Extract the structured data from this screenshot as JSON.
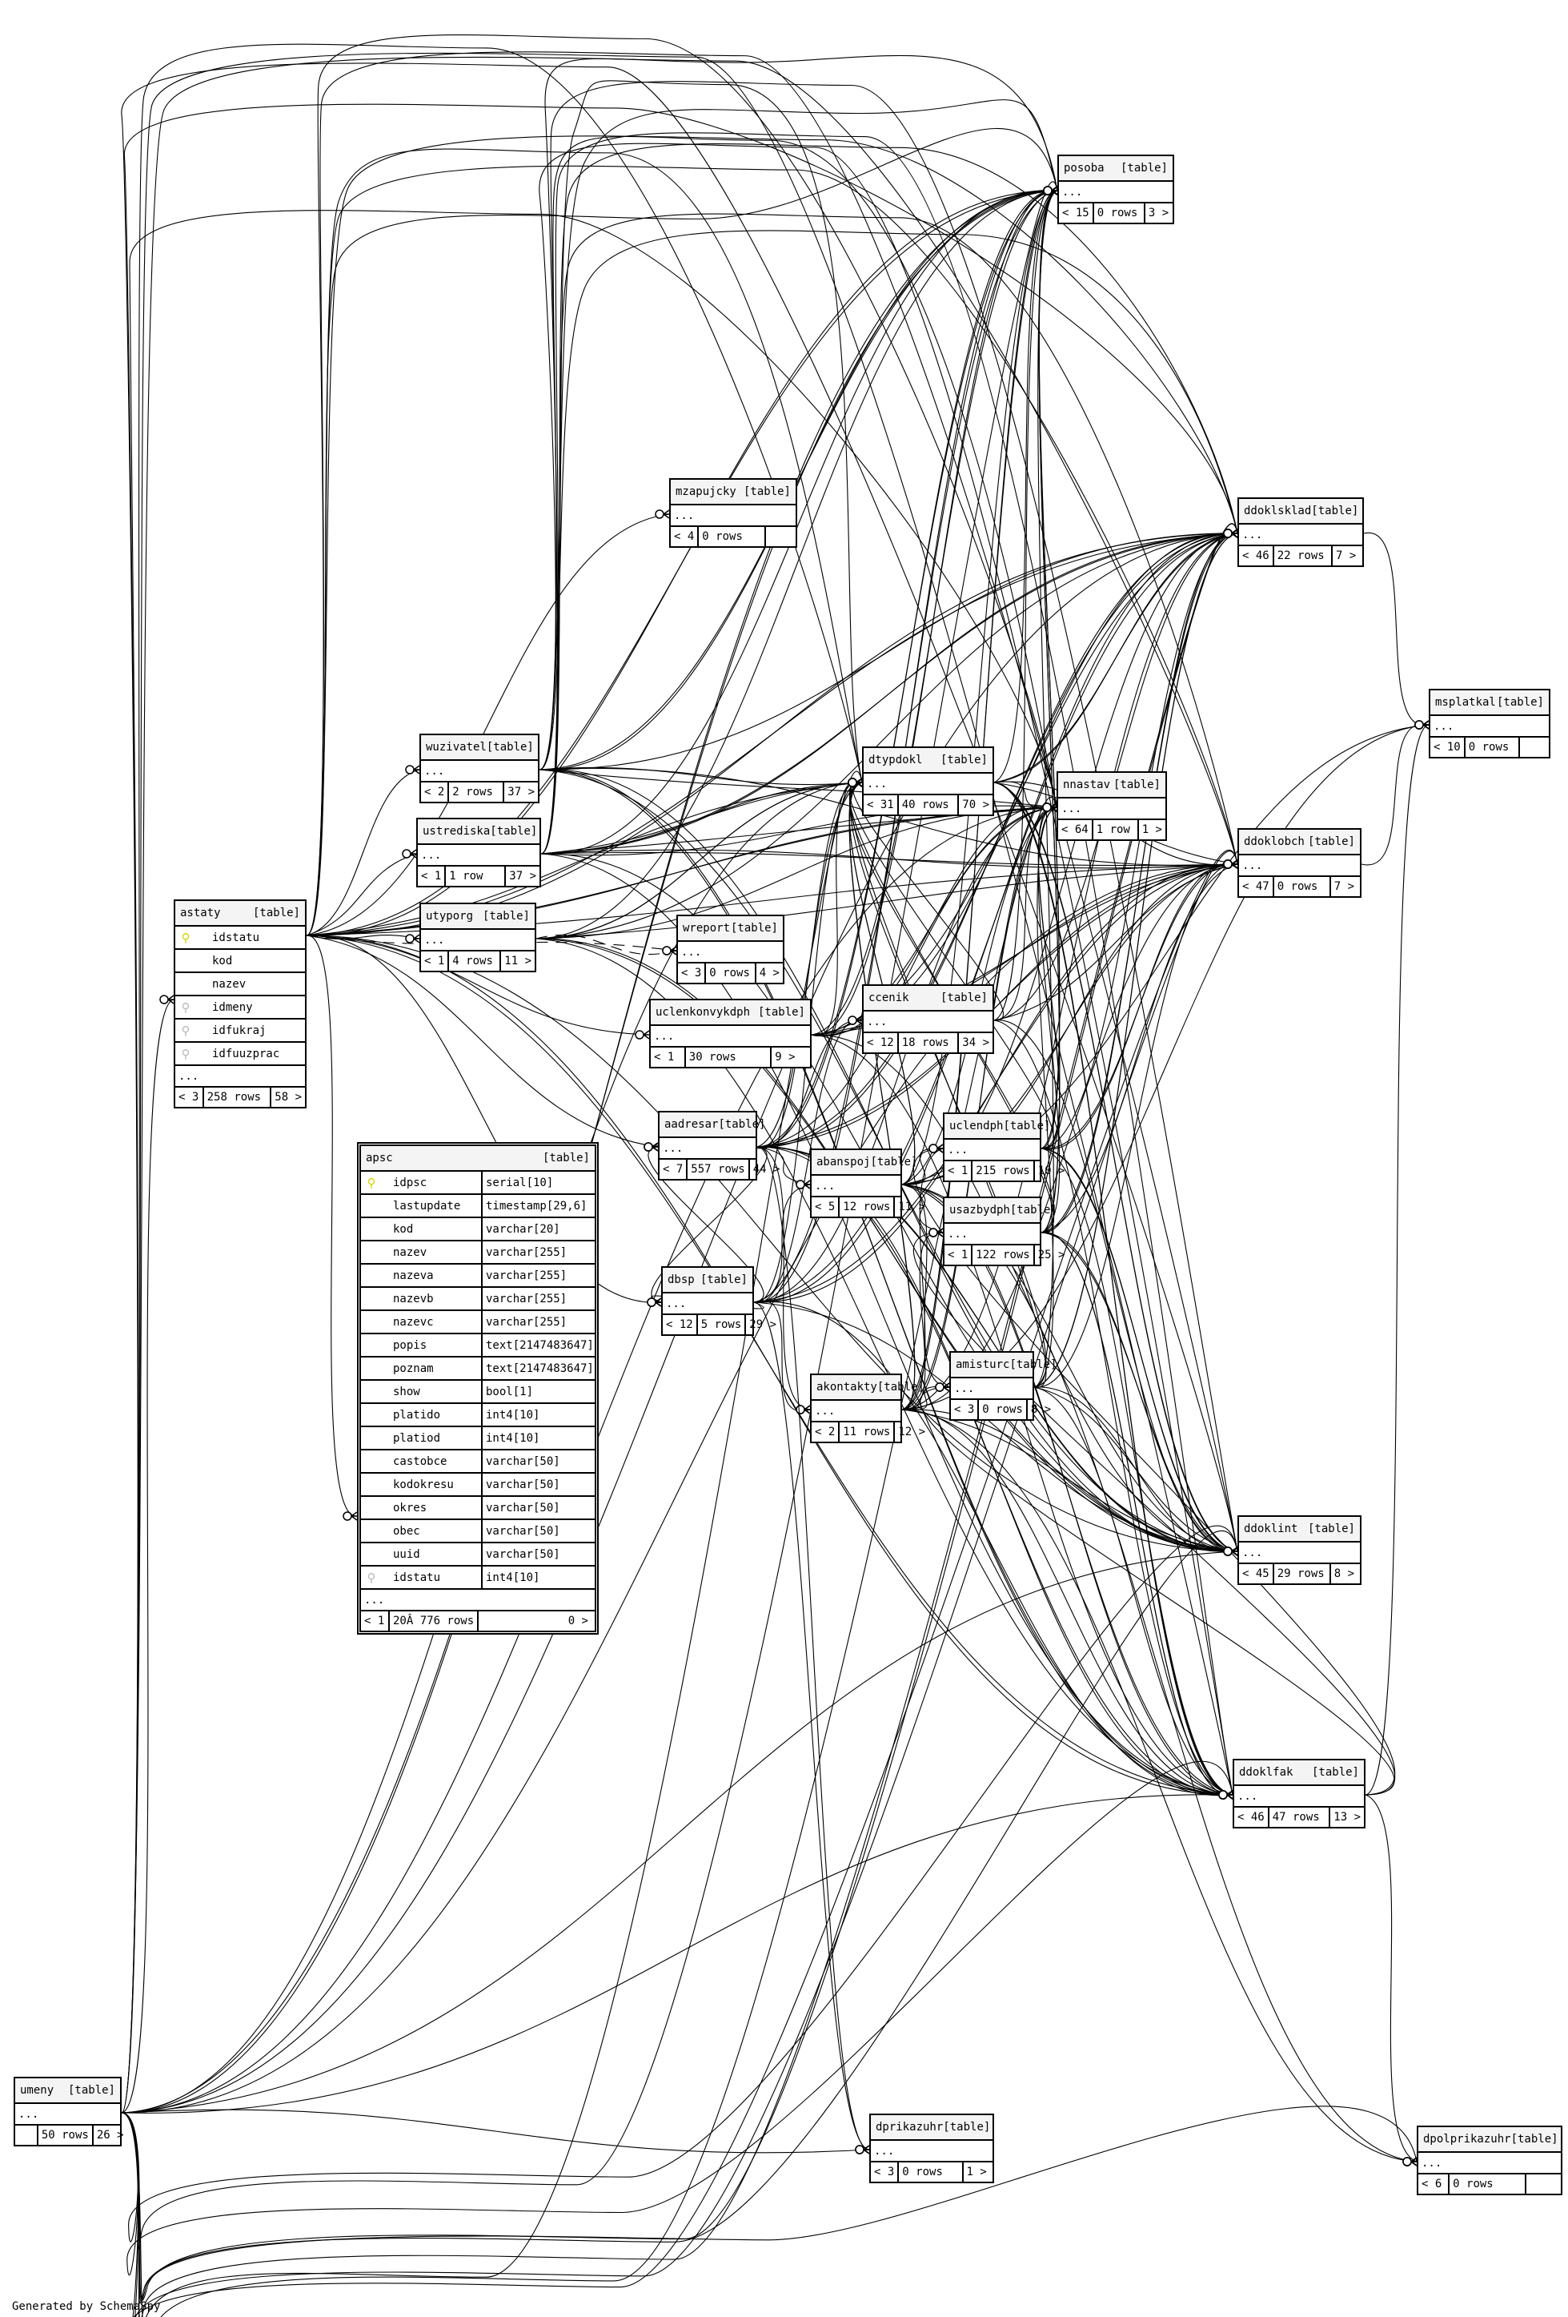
{
  "type_label": "[table]",
  "footer_note": "Generated by SchemaSpy",
  "tables": [
    {
      "name": "posoba",
      "parents": "< 15",
      "rows": "0 rows",
      "children": "3 >"
    },
    {
      "name": "mzapujcky",
      "parents": "< 4",
      "rows": "0 rows",
      "children": ""
    },
    {
      "name": "ddoklsklad",
      "parents": "< 46",
      "rows": "22 rows",
      "children": "7 >"
    },
    {
      "name": "msplatkal",
      "parents": "< 10",
      "rows": "0 rows",
      "children": ""
    },
    {
      "name": "wuzivatel",
      "parents": "< 2",
      "rows": "2 rows",
      "children": "37 >"
    },
    {
      "name": "ustrediska",
      "parents": "< 1",
      "rows": "1 row",
      "children": "37 >"
    },
    {
      "name": "dtypdokl",
      "parents": "< 31",
      "rows": "40 rows",
      "children": "70 >"
    },
    {
      "name": "nnastav",
      "parents": "< 64",
      "rows": "1 row",
      "children": "1 >"
    },
    {
      "name": "ddoklobch",
      "parents": "< 47",
      "rows": "0 rows",
      "children": "7 >"
    },
    {
      "name": "utyporg",
      "parents": "< 1",
      "rows": "4 rows",
      "children": "11 >"
    },
    {
      "name": "wreport",
      "parents": "< 3",
      "rows": "0 rows",
      "children": "4 >"
    },
    {
      "name": "astaty",
      "parents": "< 3",
      "rows": "258 rows",
      "children": "58 >",
      "columns": [
        {
          "name": "idstatu",
          "key": "pk"
        },
        {
          "name": "kod",
          "key": ""
        },
        {
          "name": "nazev",
          "key": ""
        },
        {
          "name": "idmeny",
          "key": "fk"
        },
        {
          "name": "idfukraj",
          "key": "fk"
        },
        {
          "name": "idfuuzprac",
          "key": "fk"
        }
      ]
    },
    {
      "name": "uclenkonvykdph",
      "parents": "< 1",
      "rows": "30 rows",
      "children": "9 >"
    },
    {
      "name": "ccenik",
      "parents": "< 12",
      "rows": "18 rows",
      "children": "34 >"
    },
    {
      "name": "aadresar",
      "parents": "< 7",
      "rows": "557 rows",
      "children": "44 >"
    },
    {
      "name": "abanspoj",
      "parents": "< 5",
      "rows": "12 rows",
      "children": "11 >"
    },
    {
      "name": "uclendph",
      "parents": "< 1",
      "rows": "215 rows",
      "children": "10 >"
    },
    {
      "name": "usazbydph",
      "parents": "< 1",
      "rows": "122 rows",
      "children": "25 >"
    },
    {
      "name": "dbsp",
      "parents": "< 12",
      "rows": "5 rows",
      "children": "29 >"
    },
    {
      "name": "akontakty",
      "parents": "< 2",
      "rows": "11 rows",
      "children": "12 >"
    },
    {
      "name": "amisturc",
      "parents": "< 3",
      "rows": "0 rows",
      "children": "8 >"
    },
    {
      "name": "apsc",
      "parents": "< 1",
      "rows": "20Â 776 rows",
      "children": "0 >",
      "columns": [
        {
          "name": "idpsc",
          "type": "serial[10]",
          "key": "pk"
        },
        {
          "name": "lastupdate",
          "type": "timestamp[29,6]",
          "key": ""
        },
        {
          "name": "kod",
          "type": "varchar[20]",
          "key": ""
        },
        {
          "name": "nazev",
          "type": "varchar[255]",
          "key": ""
        },
        {
          "name": "nazeva",
          "type": "varchar[255]",
          "key": ""
        },
        {
          "name": "nazevb",
          "type": "varchar[255]",
          "key": ""
        },
        {
          "name": "nazevc",
          "type": "varchar[255]",
          "key": ""
        },
        {
          "name": "popis",
          "type": "text[2147483647]",
          "key": ""
        },
        {
          "name": "poznam",
          "type": "text[2147483647]",
          "key": ""
        },
        {
          "name": "show",
          "type": "bool[1]",
          "key": ""
        },
        {
          "name": "platido",
          "type": "int4[10]",
          "key": ""
        },
        {
          "name": "platiod",
          "type": "int4[10]",
          "key": ""
        },
        {
          "name": "castobce",
          "type": "varchar[50]",
          "key": ""
        },
        {
          "name": "kodokresu",
          "type": "varchar[50]",
          "key": ""
        },
        {
          "name": "okres",
          "type": "varchar[50]",
          "key": ""
        },
        {
          "name": "obec",
          "type": "varchar[50]",
          "key": ""
        },
        {
          "name": "uuid",
          "type": "varchar[50]",
          "key": ""
        },
        {
          "name": "idstatu",
          "type": "int4[10]",
          "key": "fk"
        }
      ]
    },
    {
      "name": "ddoklint",
      "parents": "< 45",
      "rows": "29 rows",
      "children": "8 >"
    },
    {
      "name": "ddoklfak",
      "parents": "< 46",
      "rows": "47 rows",
      "children": "13 >"
    },
    {
      "name": "umeny",
      "parents": "",
      "rows": "50 rows",
      "children": "26 >"
    },
    {
      "name": "dprikazuhr",
      "parents": "< 3",
      "rows": "0 rows",
      "children": "1 >"
    },
    {
      "name": "dpolprikazuhr",
      "parents": "< 6",
      "rows": "0 rows",
      "children": ""
    }
  ]
}
